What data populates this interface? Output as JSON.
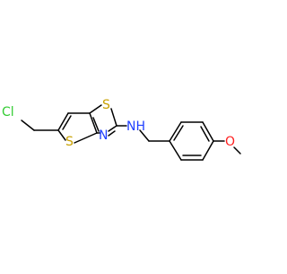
{
  "molecule": {
    "atom_labels": {
      "chlorine": "Cl",
      "sulfur_thiophene": "S",
      "sulfur_thiazole": "S",
      "nitrogen_ring": "N",
      "amine_nh": "NH",
      "oxygen": "O"
    },
    "colors": {
      "bond": "#000000",
      "chlorine": "#33cc33",
      "sulfur": "#c8a000",
      "nitrogen": "#2040ff",
      "oxygen": "#ff2020"
    }
  }
}
